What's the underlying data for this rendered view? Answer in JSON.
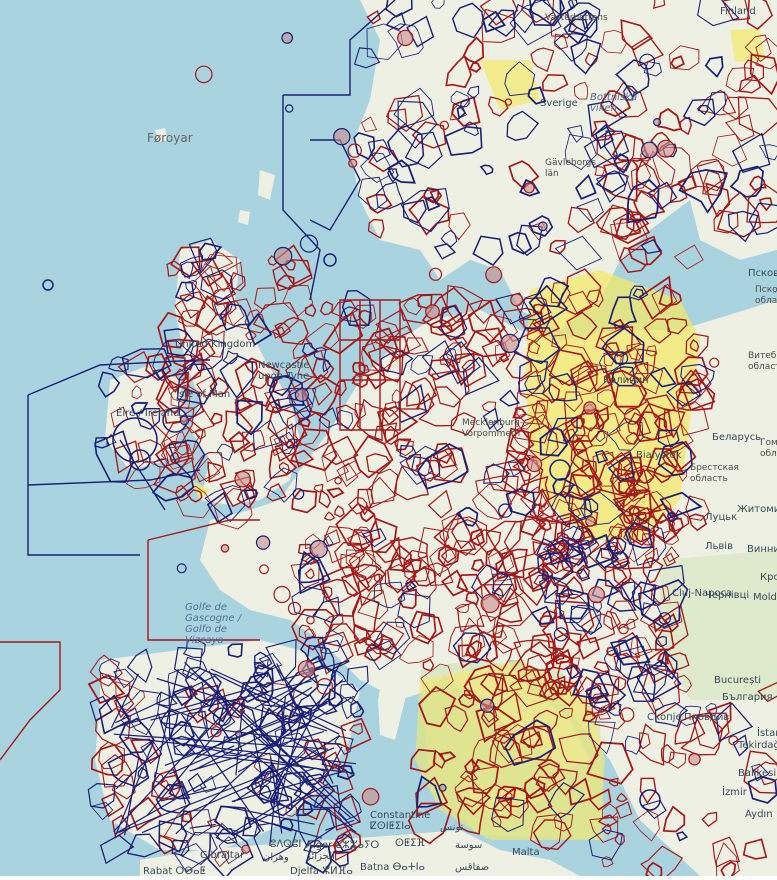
{
  "map": {
    "colors": {
      "sea": "#a9d3df",
      "land": "#eef0e4",
      "land_green": "#cfe3b5",
      "red": "#a51818",
      "blue": "#1a1f78",
      "yellow": "#f5e84a",
      "yellow_fill": "#f3ea6a"
    },
    "labels": {
      "faroe": "Føroyar",
      "sverige": "Sverige",
      "gavleborg": "Gävleborgs\nlän",
      "finland": "Finland",
      "vasterbotten": "Västerbottens",
      "bottnia": "Bottniska\nviken",
      "united_kingdom": "United Kingdom",
      "newcastle": "Newcastle\nupon Tyne",
      "isle_of_man": "Isle of Man",
      "eire": "Éire / Ireland",
      "mecklenburg": "Mecklenburg-\nVorpommern",
      "kaliningrad": "Калинин",
      "belarus": "Беларусь",
      "bialystok": "Białystok",
      "brest": "Брестская\nобласть",
      "lutsk": "Луцьк",
      "zhytomyr": "Житомир",
      "lviv": "Львів",
      "vinnytsia": "Винниц",
      "chernivtsi": "Чернівці",
      "kro": "Кро",
      "pskov": "Псков",
      "pskov_obl": "Псков\nобла",
      "vitebsk": "Витеб\nобласт",
      "gom": "Гом\nобл",
      "cluj": "Cluj-Napoca",
      "moldova": "Molda",
      "bucuresti": "București",
      "bulgaria": "България",
      "skopje": "Скопје",
      "plovdiv": "Пловдив",
      "istanbul": "İstan",
      "tekirdag": "Tekirdağ",
      "balikesir": "Balıkesir",
      "izmir": "İzmir",
      "aydin": "Aydın",
      "golfo": "Golfe de\nGascogne /\nGolfo de\nVizcaya",
      "gibraltar": "Gibraltar",
      "algeria": "Alger ⴰⵣⵣⴰⵢⵔ\nالجزائر",
      "constantine": "Constantine\nⵇⵙⵏⵟⵉⵏⴰ",
      "tunis": "تونس",
      "sousse": "سوسة",
      "malta": "Malta",
      "oran": "وهران",
      "oujda": "ⵓⴷⵕⵓⵏ",
      "rabat": "Rabat ⵔⴱⴰⵟ",
      "djelfa": "Djelfa ⵣⵍⴼⴰ",
      "batna": "Batna ⴱⴰⵜⵏⴰ",
      "sfax": "صفاقس",
      "setif": "ⵙⵟⵉⴼ"
    }
  }
}
